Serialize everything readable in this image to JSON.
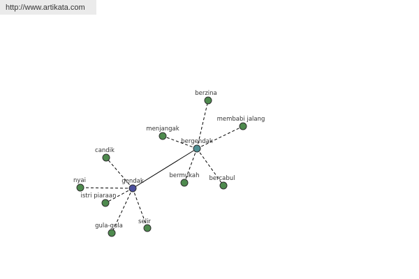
{
  "watermark": {
    "text": "http://www.artikata.com"
  },
  "colors": {
    "background": "#ffffff",
    "watermark_bg": "#ebebeb",
    "hub_primary": "#4b4f9e",
    "hub_secondary": "#4e8f93",
    "leaf": "#4e8a4e",
    "node_stroke": "#2f2f2f",
    "edge": "#000000",
    "label": "#333333"
  },
  "graph": {
    "nodes": [
      {
        "id": "gendak",
        "label": "gendak",
        "kind": "hub_primary"
      },
      {
        "id": "bergendak",
        "label": "bergendak",
        "kind": "hub_secondary"
      },
      {
        "id": "berzina",
        "label": "berzina",
        "kind": "leaf"
      },
      {
        "id": "membabi_jalang",
        "label": "membabi jalang",
        "kind": "leaf"
      },
      {
        "id": "menjangak",
        "label": "menjangak",
        "kind": "leaf"
      },
      {
        "id": "bermukah",
        "label": "bermukah",
        "kind": "leaf"
      },
      {
        "id": "bercabul",
        "label": "bercabul",
        "kind": "leaf"
      },
      {
        "id": "candik",
        "label": "candik",
        "kind": "leaf"
      },
      {
        "id": "nyai",
        "label": "nyai",
        "kind": "leaf"
      },
      {
        "id": "istri_piaraan",
        "label": "istri piaraan",
        "kind": "leaf"
      },
      {
        "id": "gula_gula",
        "label": "gula-gula",
        "kind": "leaf"
      },
      {
        "id": "selir",
        "label": "selir",
        "kind": "leaf"
      }
    ],
    "edges": [
      {
        "from": "gendak",
        "to": "bergendak",
        "style": "solid"
      },
      {
        "from": "bergendak",
        "to": "berzina",
        "style": "dashed"
      },
      {
        "from": "bergendak",
        "to": "membabi_jalang",
        "style": "dashed"
      },
      {
        "from": "bergendak",
        "to": "menjangak",
        "style": "dashed"
      },
      {
        "from": "bergendak",
        "to": "bermukah",
        "style": "dashed"
      },
      {
        "from": "bergendak",
        "to": "bercabul",
        "style": "dashed"
      },
      {
        "from": "gendak",
        "to": "candik",
        "style": "dashed"
      },
      {
        "from": "gendak",
        "to": "nyai",
        "style": "dashed"
      },
      {
        "from": "gendak",
        "to": "istri_piaraan",
        "style": "dashed"
      },
      {
        "from": "gendak",
        "to": "gula_gula",
        "style": "dashed"
      },
      {
        "from": "gendak",
        "to": "selir",
        "style": "dashed"
      }
    ]
  }
}
